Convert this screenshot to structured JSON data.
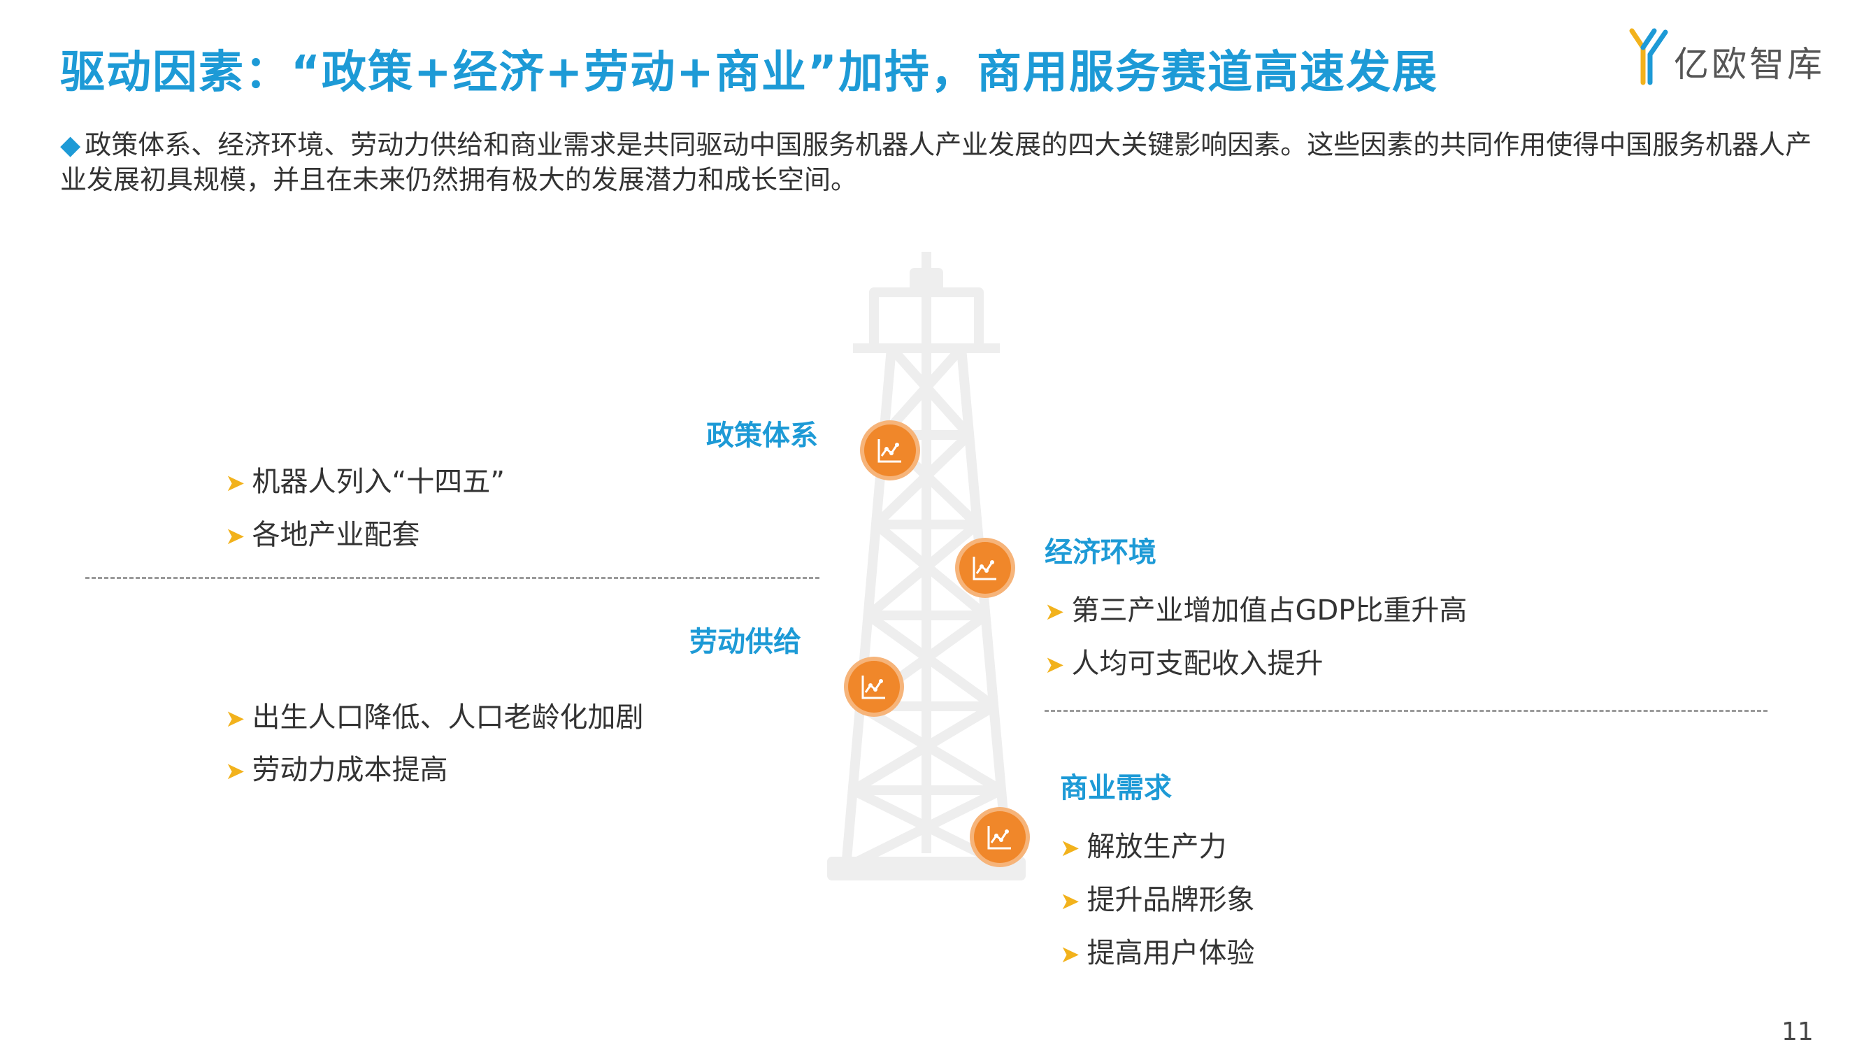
{
  "header": {
    "title": "驱动因素：“政策+经济+劳动+商业”加持，商用服务赛道高速发展",
    "logo_text": "亿欧智库"
  },
  "intro": {
    "bullet": "◆",
    "text": "政策体系、经济环境、劳动力供给和商业需求是共同驱动中国服务机器人产业发展的四大关键影响因素。这些因素的共同作用使得中国服务机器人产业发展初具规模，并且在未来仍然拥有极大的发展潜力和成长空间。"
  },
  "factors": {
    "policy": {
      "title": "政策体系",
      "items": [
        "机器人列入“十四五”",
        "各地产业配套"
      ]
    },
    "economy": {
      "title": "经济环境",
      "items": [
        "第三产业增加值占GDP比重升高",
        "人均可支配收入提升"
      ]
    },
    "labor": {
      "title": "劳动供给",
      "items": [
        "出生人口降低、人口老龄化加剧",
        "劳动力成本提高"
      ]
    },
    "business": {
      "title": "商业需求",
      "items": [
        "解放生产力",
        "提升品牌形象",
        "提高用户体验"
      ]
    }
  },
  "icons": {
    "node_icon": "chart-line-icon",
    "bullet_arrow": "arrow-right-icon",
    "logo_icon": "yiou-logo-icon"
  },
  "colors": {
    "accent_blue": "#1d9ad6",
    "node_orange": "#f0872a",
    "arrow_yellow": "#f2b21c"
  },
  "footer": {
    "page_number": "11"
  }
}
